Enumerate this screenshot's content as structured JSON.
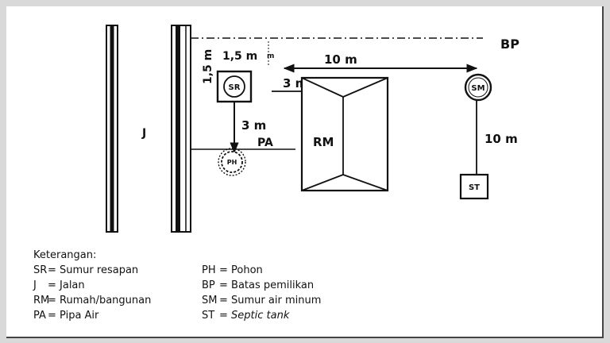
{
  "labels": {
    "bp": "BP",
    "dist_10m_top": "10 m",
    "dist_1_5m_h": "1,5 m",
    "dist_1_5m_v": "1,5 m",
    "tiny_m": "m",
    "dist_3m_h": "3 m",
    "dist_3m_v": "3 m",
    "dist_10m_right": "10 m",
    "sr": "SR",
    "sm": "SM",
    "st": "ST",
    "ph": "PH",
    "pa": "PA",
    "rm": "RM",
    "jalan": "J"
  },
  "legend": {
    "title": "Keterangan:",
    "left": [
      {
        "code": "SR",
        "text": "= Sumur resapan"
      },
      {
        "code": "J",
        "text": "= Jalan"
      },
      {
        "code": "RM",
        "text": "= Rumah/bangunan"
      },
      {
        "code": "PA",
        "text": "= Pipa Air"
      }
    ],
    "right": [
      {
        "code": "PH",
        "text": "= Pohon"
      },
      {
        "code": "BP",
        "text": "= Batas pemilikan"
      },
      {
        "code": "SM",
        "text": "= Sumur air minum"
      },
      {
        "code": "ST",
        "text": "= Septic tank"
      }
    ]
  }
}
